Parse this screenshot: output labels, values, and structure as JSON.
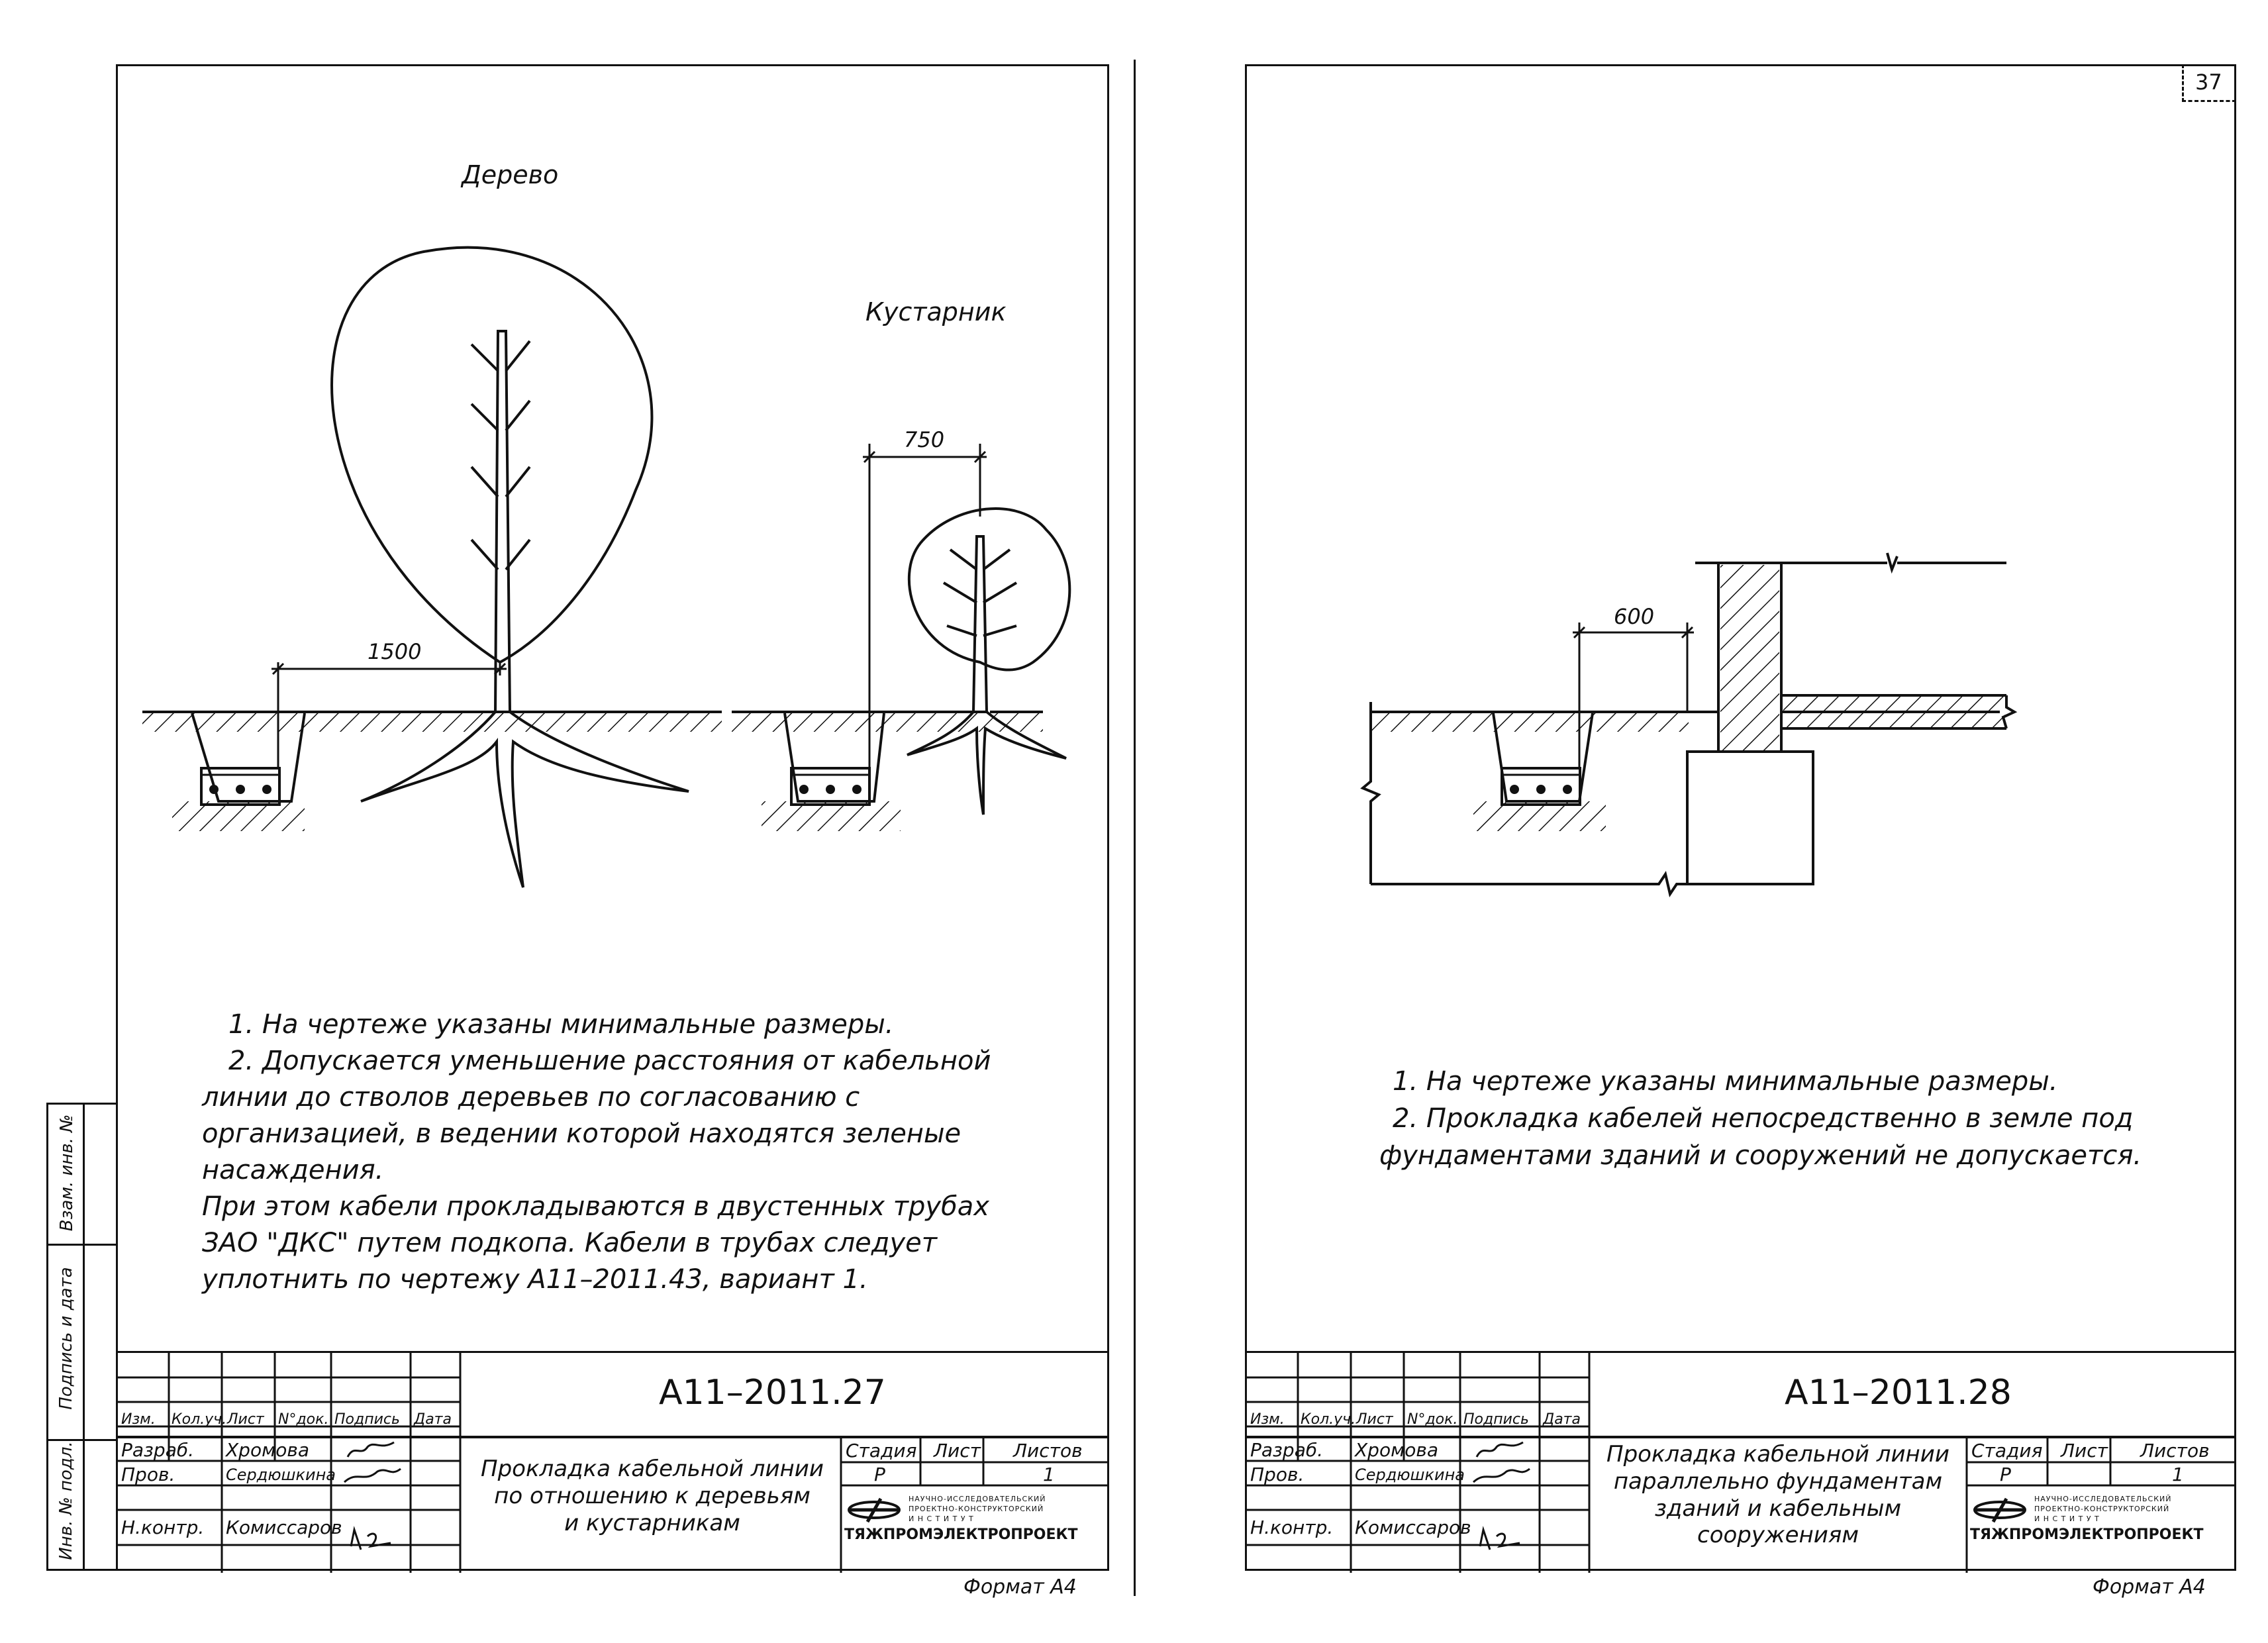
{
  "left_sheet": {
    "labels": {
      "tree": "Дерево",
      "shrub": "Кустарник",
      "dim_tree": "1500",
      "dim_shrub": "750"
    },
    "notes": [
      "1. На чертеже указаны минимальные размеры.",
      "2. Допускается уменьшение расстояния от кабельной",
      "линии до стволов деревьев по согласованию с",
      "организацией, в ведении которой находятся зеленые",
      "насаждения.",
      "При этом кабели прокладываются в двустенных трубах",
      "ЗАО \"ДКС\" путем подкопа. Кабели в трубах следует",
      "уплотнить по чертежу А11–2011.43, вариант 1."
    ],
    "side_stamp": [
      "Взам. инв. №",
      "Подпись и дата",
      "Инв. № подл."
    ],
    "stamp": {
      "code": "А11–2011.27",
      "headers": [
        "Изм.",
        "Кол.уч.",
        "Лист",
        "N°док.",
        "Подпись",
        "Дата"
      ],
      "roles": [
        {
          "role": "Разраб.",
          "name": "Хромова"
        },
        {
          "role": "Пров.",
          "name": "Сердюшкина"
        },
        {
          "role": "Н.контр.",
          "name": "Комиссаров"
        }
      ],
      "title": "Прокладка кабельной линии\nпо отношению к деревьям\nи кустарникам",
      "stage_headers": [
        "Стадия",
        "Лист",
        "Листов"
      ],
      "stage_values": [
        "Р",
        "",
        "1"
      ],
      "org_sub": [
        "НАУЧНО-ИССЛЕДОВАТЕЛЬСКИЙ",
        "ПРОЕКТНО-КОНСТРУКТОРСКИЙ",
        "И Н С Т И Т У Т"
      ],
      "org_name": "ТЯЖПРОМЭЛЕКТРОПРОЕКТ",
      "format": "Формат А4"
    }
  },
  "right_sheet": {
    "page_number": "37",
    "labels": {
      "dim": "600"
    },
    "notes": [
      "1. На чертеже указаны минимальные размеры.",
      "2. Прокладка кабелей непосредственно в земле под",
      "фундаментами зданий и сооружений не допускается."
    ],
    "stamp": {
      "code": "А11–2011.28",
      "headers": [
        "Изм.",
        "Кол.уч.",
        "Лист",
        "N°док.",
        "Подпись",
        "Дата"
      ],
      "roles": [
        {
          "role": "Разраб.",
          "name": "Хромова"
        },
        {
          "role": "Пров.",
          "name": "Сердюшкина"
        },
        {
          "role": "Н.контр.",
          "name": "Комиссаров"
        }
      ],
      "title": "Прокладка кабельной линии\nпараллельно фундаментам\nзданий и кабельным\nсооружениям",
      "stage_headers": [
        "Стадия",
        "Лист",
        "Листов"
      ],
      "stage_values": [
        "Р",
        "",
        "1"
      ],
      "org_sub": [
        "НАУЧНО-ИССЛЕДОВАТЕЛЬСКИЙ",
        "ПРОЕКТНО-КОНСТРУКТОРСКИЙ",
        "И Н С Т И Т У Т"
      ],
      "org_name": "ТЯЖПРОМЭЛЕКТРОПРОЕКТ",
      "format": "Формат А4"
    }
  }
}
